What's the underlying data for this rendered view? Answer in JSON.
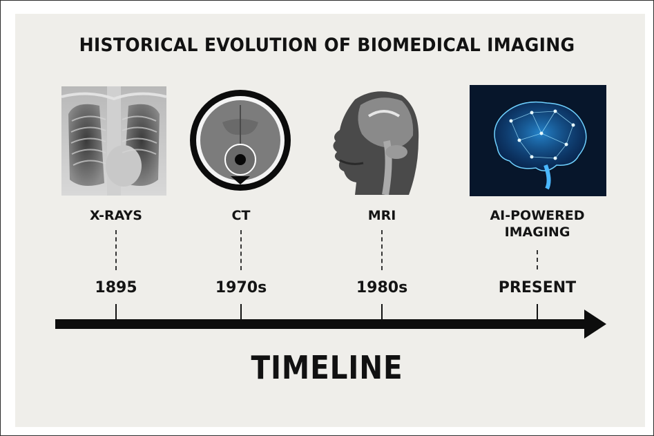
{
  "title": "HISTORICAL EVOLUTION OF BIOMEDICAL IMAGING",
  "timeline_label": "TIMELINE",
  "milestones": [
    {
      "label": "X-RAYS",
      "year": "1895",
      "icon": "chest-xray-image"
    },
    {
      "label": "CT",
      "year": "1970s",
      "icon": "ct-brain-scan-image"
    },
    {
      "label": "MRI",
      "year": "1980s",
      "icon": "mri-head-sagittal-image"
    },
    {
      "label_lines": [
        "AI-POWERED",
        "IMAGING"
      ],
      "year": "PRESENT",
      "icon": "neural-network-brain-image"
    }
  ],
  "colors": {
    "background": "#efeeea",
    "text": "#141414",
    "axis": "#0d0d0d",
    "ai_glow": "#2fa8ff",
    "ai_background": "#07162b"
  }
}
